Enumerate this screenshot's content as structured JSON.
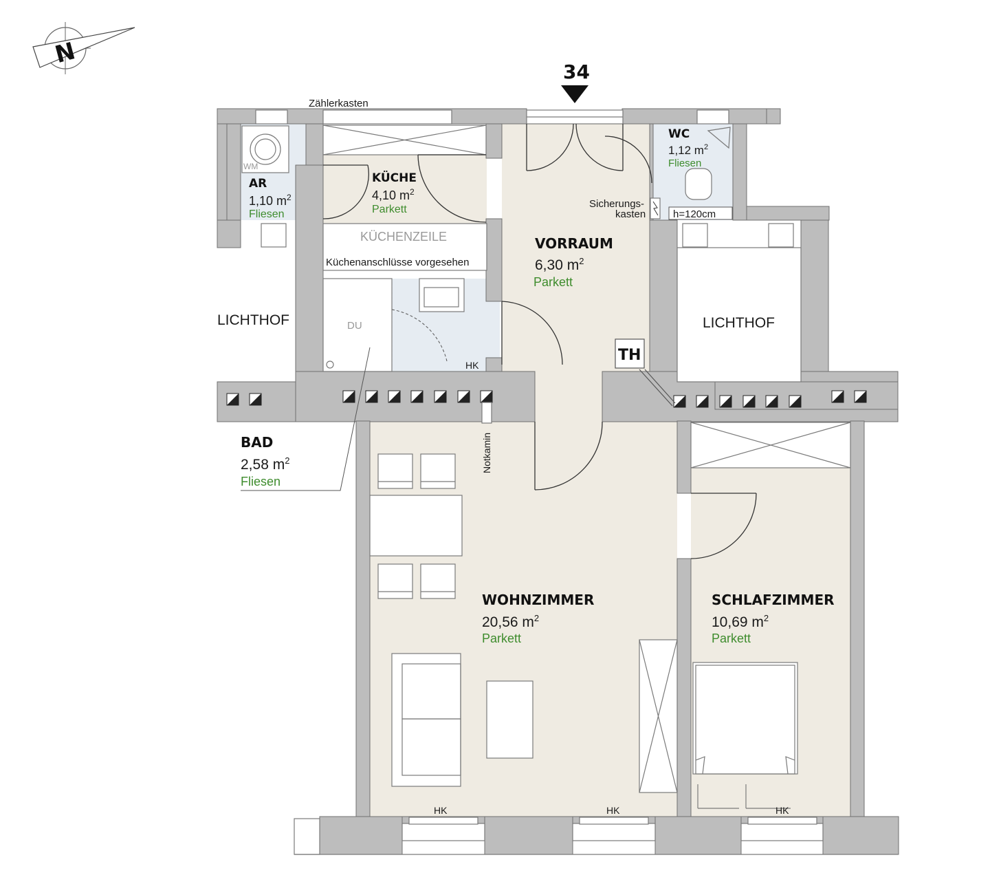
{
  "unit_number": "34",
  "north_letter": "N",
  "rooms": {
    "ar": {
      "name": "AR",
      "area": "1,10 m",
      "floor": "Fliesen"
    },
    "kueche": {
      "name": "KÜCHE",
      "area": "4,10 m",
      "floor": "Parkett"
    },
    "vorraum": {
      "name": "VORRAUM",
      "area": "6,30 m",
      "floor": "Parkett"
    },
    "wc": {
      "name": "WC",
      "area": "1,12 m",
      "floor": "Fliesen"
    },
    "bad": {
      "name": "BAD",
      "area": "2,58 m",
      "floor": "Fliesen"
    },
    "wohnzimmer": {
      "name": "WOHNZIMMER",
      "area": "20,56 m",
      "floor": "Parkett"
    },
    "schlafzimmer": {
      "name": "SCHLAFZIMMER",
      "area": "10,69 m",
      "floor": "Parkett"
    }
  },
  "sup": "2",
  "labels": {
    "zaehlerkasten": "Zählerkasten",
    "kuechenzeile": "KÜCHENZEILE",
    "kuechenanschluesse": "Küchenanschlüsse vorgesehen",
    "lichthof_left": "LICHTHOF",
    "lichthof_right": "LICHTHOF",
    "du": "DU",
    "wm": "WM",
    "hk": "HK",
    "th": "TH",
    "sicherungs": "Sicherungs-",
    "kasten": "kasten",
    "wc_height": "h=120cm",
    "notkamin": "Notkamin"
  },
  "colors": {
    "parkett": "#efebe2",
    "fliesen": "#e6ecf2",
    "wall": "#bdbdbd",
    "floor_green": "#3e8c2d"
  }
}
